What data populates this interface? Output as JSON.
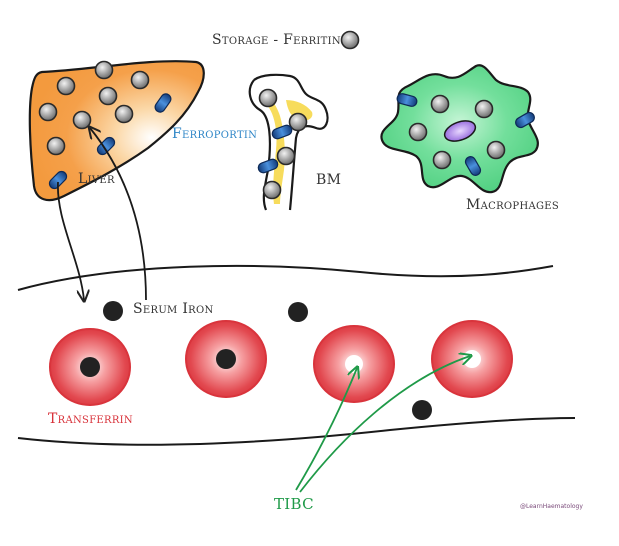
{
  "labels": {
    "storage": "Storage - Ferritin",
    "ferroportin": "Ferroportin",
    "liver": "Liver",
    "bm": "BM",
    "macrophages": "Macrophages",
    "serum_iron": "Serum Iron",
    "transferrin": "Transferrin",
    "tibc": "TIBC",
    "credit": "@LearnHaematology"
  },
  "colors": {
    "liver": "#f5a04a",
    "macrophage": "#5cd68c",
    "bone_marrow": "#f6d84a",
    "ferritin": "#9a9a9a",
    "ferroportin": "#2f6fb8",
    "transferrin": "#e04a50",
    "serum_iron": "#222222",
    "tibc_arrow": "#1f9a48",
    "ferroportin_label": "#2f86c7",
    "transferrin_label": "#d8323a"
  },
  "icons": {
    "ferritin": "ferritin-icon",
    "ferroportin": "ferroportin-icon",
    "serum_iron": "serum-iron-icon",
    "transferrin": "transferrin-icon"
  }
}
